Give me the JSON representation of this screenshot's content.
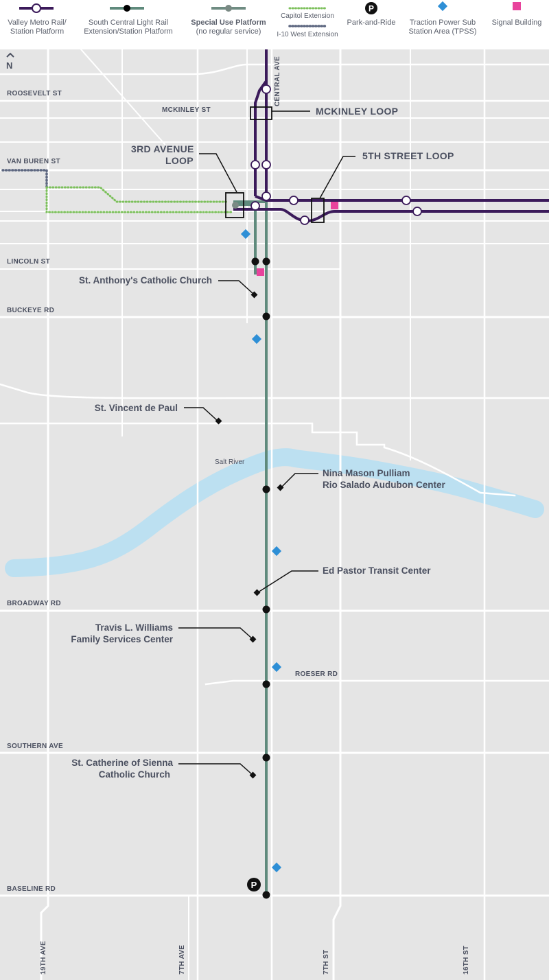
{
  "legend": {
    "valley_metro": {
      "line1": "Valley Metro Rail/",
      "line2": "Station Platform",
      "color": "#3b1a5a"
    },
    "south_central": {
      "line1": "South Central Light Rail",
      "line2": "Extension/Station Platform",
      "color": "#5f8a7c"
    },
    "special_use": {
      "line1": "Special Use Platform",
      "line2": "(no regular service)",
      "color": "#6f8c82"
    },
    "capitol_extension": {
      "label": "Capitol Extension",
      "color": "#7cc05b"
    },
    "i10_extension": {
      "label": "I-10 West Extension",
      "color": "#5d6780"
    },
    "park_and_ride": {
      "label": "Park-and-Ride",
      "symbol": "P"
    },
    "tpss": {
      "line1": "Traction Power Sub",
      "line2": "Station Area (TPSS)",
      "color": "#2e8fd6"
    },
    "signal_building": {
      "label": "Signal Building",
      "color": "#e8439c"
    }
  },
  "map": {
    "north_indicator": "N",
    "streets": {
      "roosevelt": "ROOSEVELT ST",
      "mckinley": "MCKINLEY ST",
      "van_buren": "VAN BUREN ST",
      "lincoln": "LINCOLN ST",
      "buckeye": "BUCKEYE RD",
      "broadway": "BROADWAY RD",
      "roeser": "ROESER RD",
      "southern": "SOUTHERN AVE",
      "baseline": "BASELINE RD",
      "central": "CENTRAL AVE",
      "ave19": "19TH AVE",
      "ave7": "7TH AVE",
      "st7": "7TH ST",
      "st16": "16TH ST"
    },
    "river": "Salt River",
    "loops": {
      "mckinley": "MCKINLEY LOOP",
      "third_ave_1": "3RD AVENUE",
      "third_ave_2": "LOOP",
      "fifth_street": "5TH STREET LOOP"
    },
    "landmarks": {
      "st_anthony": "St. Anthony's Catholic Church",
      "st_vincent": "St. Vincent de Paul",
      "nina_1": "Nina Mason Pulliam",
      "nina_2": "Rio Salado Audubon Center",
      "ed_pastor": "Ed Pastor Transit Center",
      "travis_1": "Travis L. Williams",
      "travis_2": "Family Services Center",
      "st_catherine_1": "St. Catherine of Sienna",
      "st_catherine_2": "Catholic Church"
    },
    "park_and_ride_symbol": "P",
    "colors": {
      "land": "#e5e5e5",
      "road": "#ffffff",
      "river": "#b9dff1",
      "valley_metro": "#3b1a5a",
      "south_central": "#5f8a7c",
      "capitol": "#7cc05b",
      "i10": "#5d6780",
      "tpss": "#2e8fd6",
      "signal": "#e8439c",
      "text": "#4b5060"
    }
  }
}
